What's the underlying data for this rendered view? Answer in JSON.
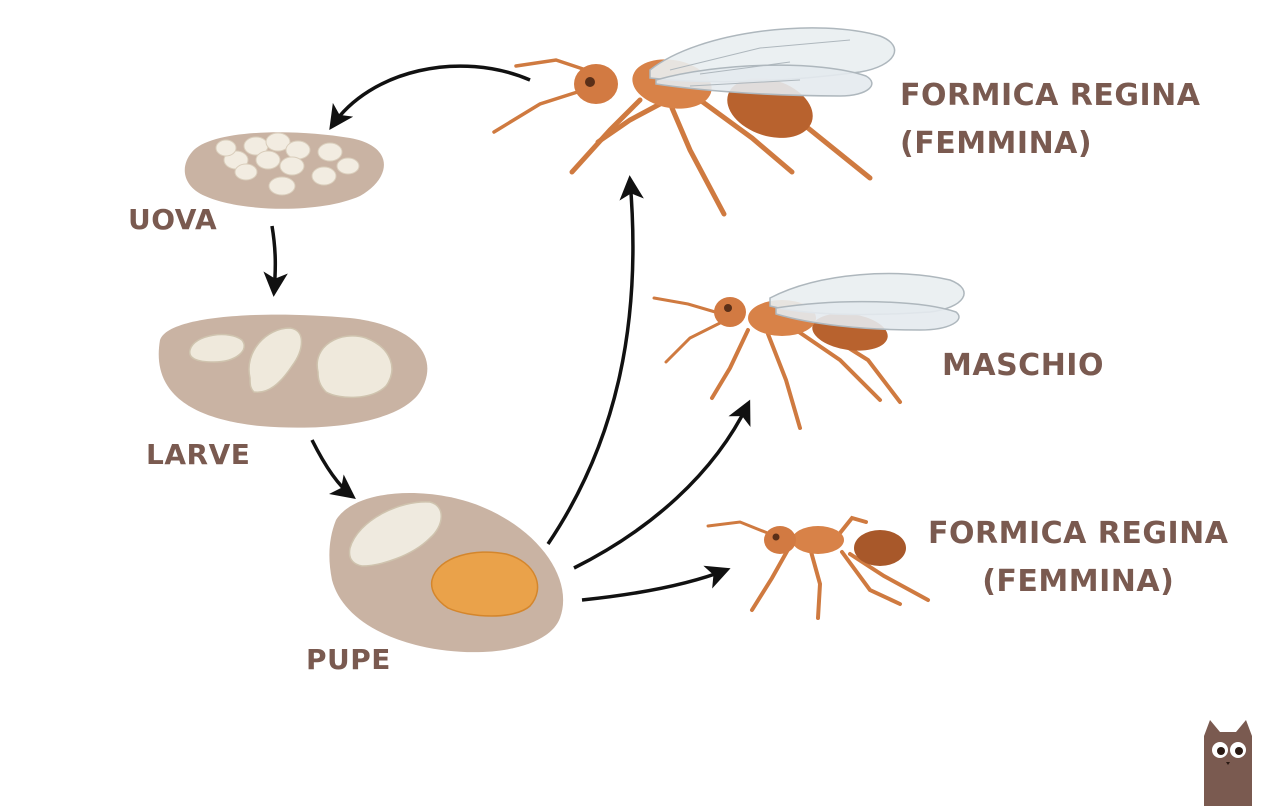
{
  "stages": {
    "eggs": "UOVA",
    "larvae": "LARVE",
    "pupae": "PUPE"
  },
  "adults": {
    "queen_top": {
      "line1": "FORMICA REGINA",
      "line2": "(FEMMINA)"
    },
    "male": "MASCHIO",
    "queen_bottom": {
      "line1": "FORMICA REGINA",
      "line2": "(FEMMINA)"
    }
  },
  "colors": {
    "label": "#7a5a50",
    "nest": "#c9b3a3",
    "nest_dark": "#b89c8a",
    "ant_body": "#d88248",
    "ant_abdomen": "#b8622e",
    "ant_leg": "#cf7a40",
    "wing": "#e9eef1",
    "egg": "#f2ece1",
    "arrow": "#111111",
    "mascot": "#7a5a50"
  },
  "icons": [
    "egg-cluster-icon",
    "larva-icon",
    "pupa-icon",
    "winged-ant-icon",
    "worker-ant-icon",
    "cat-mascot-icon"
  ]
}
